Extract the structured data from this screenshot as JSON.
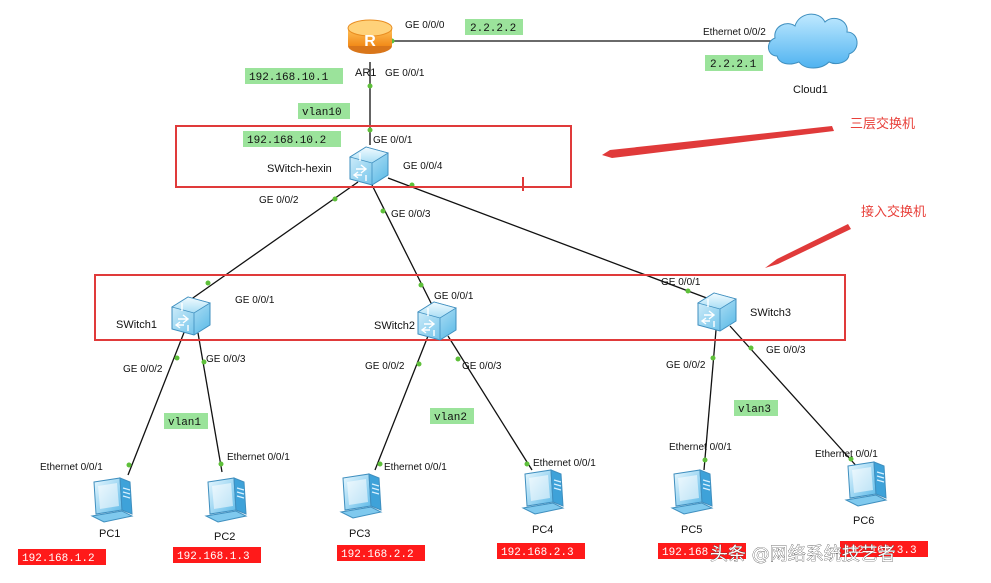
{
  "devices": {
    "ar1": "AR1",
    "cloud1": "Cloud1",
    "core": "SWitch-hexin",
    "sw1": "SWitch1",
    "sw2": "SWitch2",
    "sw3": "SWitch3",
    "pc1": "PC1",
    "pc2": "PC2",
    "pc3": "PC3",
    "pc4": "PC4",
    "pc5": "PC5",
    "pc6": "PC6"
  },
  "ports": {
    "ar1_ge000": "GE 0/0/0",
    "ar1_ge001": "GE 0/0/1",
    "cloud_eth002": "Ethernet 0/0/2",
    "core_ge001": "GE 0/0/1",
    "core_ge004": "GE 0/0/4",
    "core_ge002": "GE 0/0/2",
    "core_ge003": "GE 0/0/3",
    "sw1_ge001": "GE 0/0/1",
    "sw1_ge002": "GE 0/0/2",
    "sw1_ge003": "GE 0/0/3",
    "sw2_ge001": "GE 0/0/1",
    "sw2_ge002": "GE 0/0/2",
    "sw2_ge003": "GE 0/0/3",
    "sw3_ge001": "GE 0/0/1",
    "sw3_ge002": "GE 0/0/2",
    "sw3_ge003": "GE 0/0/3",
    "pc1_eth": "Ethernet 0/0/1",
    "pc2_eth": "Ethernet 0/0/1",
    "pc3_eth": "Ethernet 0/0/1",
    "pc4_eth": "Ethernet 0/0/1",
    "pc5_eth": "Ethernet 0/0/1",
    "pc6_eth": "Ethernet 0/0/1"
  },
  "tags": {
    "wan_ar": "2.2.2.2",
    "wan_cloud": "2.2.2.1",
    "ar_lan": "192.168.10.1",
    "vlan10": "vlan10",
    "core_ip": "192.168.10.2",
    "vlan1": "vlan1",
    "vlan2": "vlan2",
    "vlan3": "vlan3",
    "pc1_ip": "192.168.1.2",
    "pc2_ip": "192.168.1.3",
    "pc3_ip": "192.168.2.2",
    "pc4_ip": "192.168.2.3",
    "pc5_ip": "192.168.3.2",
    "pc6_ip": "192.168.3.3"
  },
  "annotations": {
    "core_layer": "三层交换机",
    "access_layer": "接入交换机"
  },
  "watermark": "头条 @网络系统技艺者",
  "colors": {
    "green_tag": "#9be39b",
    "red_tag": "#ff1a1a",
    "annotation": "#e8403a",
    "link": "#111111",
    "port_dot": "#5ec03a"
  },
  "icons": {
    "router": "router-icon",
    "cloud": "cloud-icon",
    "switch": "l3-switch-icon",
    "pc": "pc-icon"
  }
}
